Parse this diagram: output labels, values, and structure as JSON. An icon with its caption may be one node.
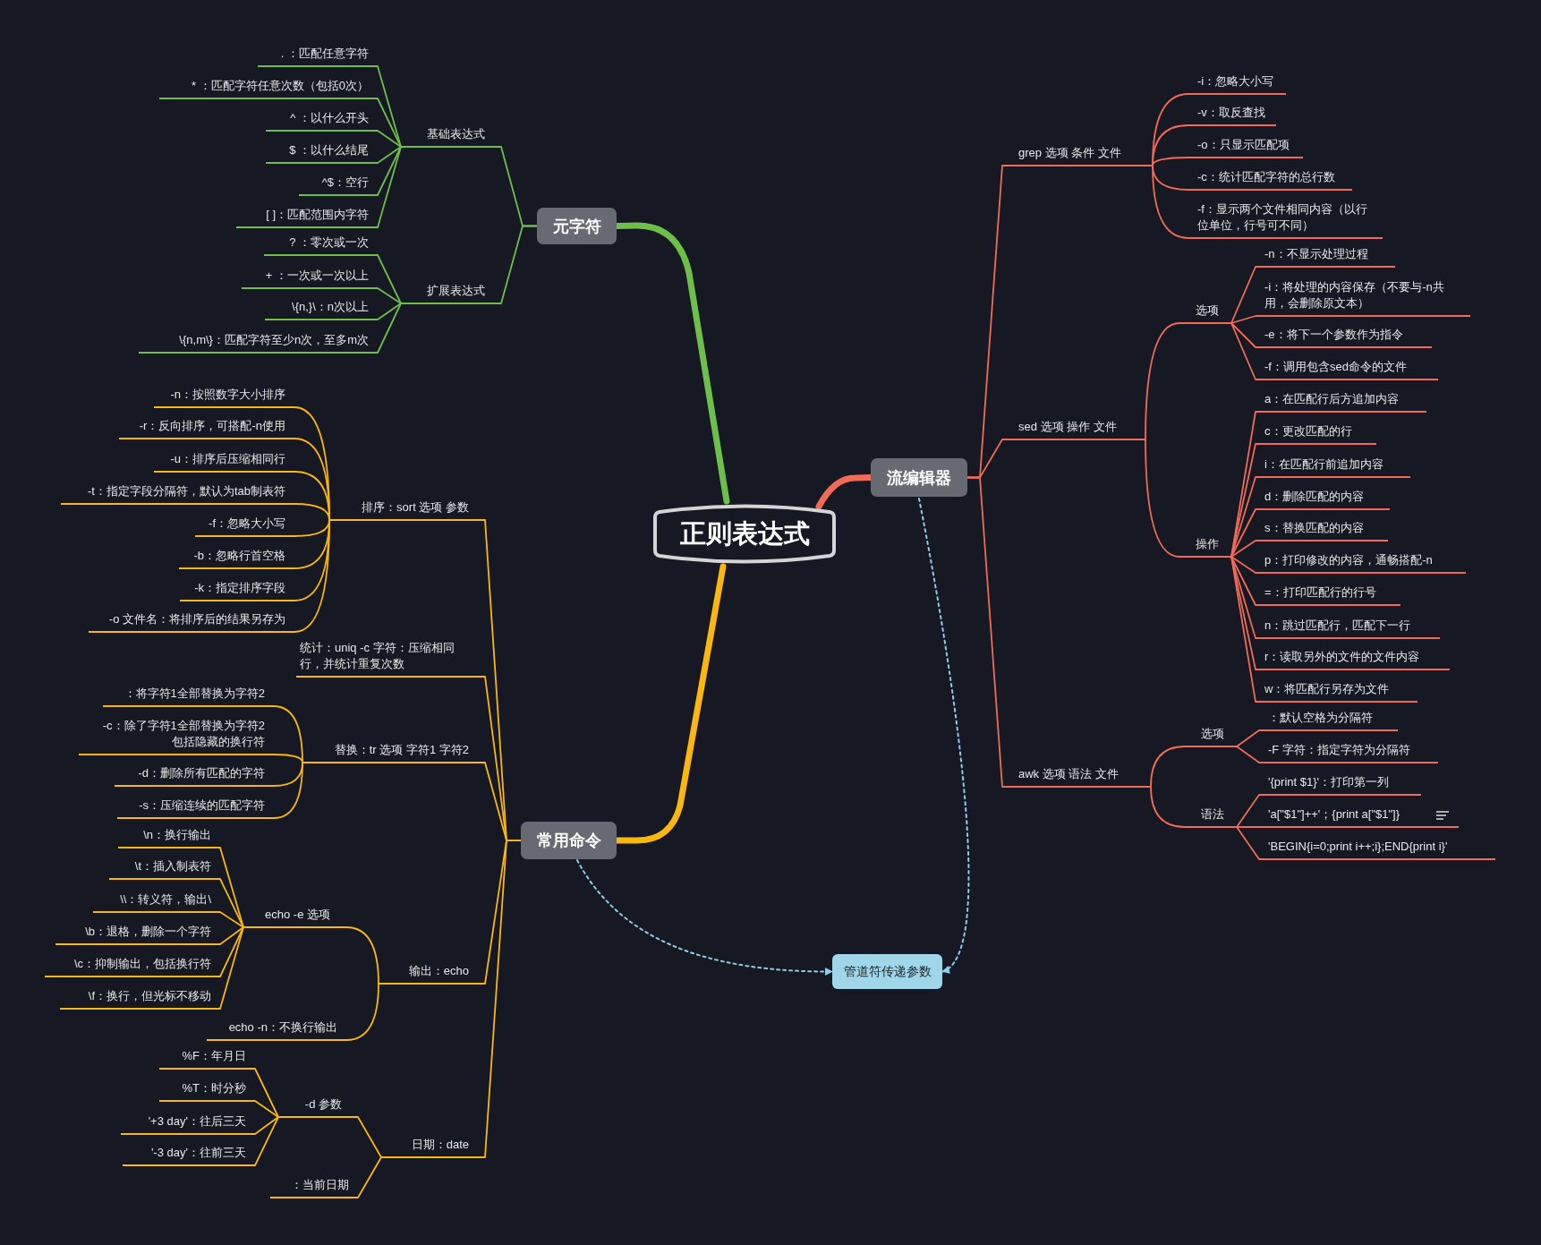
{
  "diagram": {
    "nodes": [
      {
        "text": [
          "正则表达式"
        ]
      },
      {
        "text": [
          "元字符"
        ]
      },
      {
        "text": [
          "基础表达式"
        ]
      },
      {
        "text": [
          ". ：匹配任意字符"
        ]
      },
      {
        "text": [
          "* ：匹配字符任意次数（包括0次）"
        ]
      },
      {
        "text": [
          "^ ：以什么开头"
        ]
      },
      {
        "text": [
          "$ ：以什么结尾"
        ]
      },
      {
        "text": [
          "^$：空行"
        ]
      },
      {
        "text": [
          "[ ]：匹配范围内字符"
        ]
      },
      {
        "text": [
          "扩展表达式"
        ]
      },
      {
        "text": [
          "? ：零次或一次"
        ]
      },
      {
        "text": [
          "+ ：一次或一次以上"
        ]
      },
      {
        "text": [
          "\\{n,}\\：n次以上"
        ]
      },
      {
        "text": [
          "\\{n,m\\}：匹配字符至少n次，至多m次"
        ]
      },
      {
        "text": [
          "常用命令"
        ]
      },
      {
        "text": [
          "排序：sort 选项 参数"
        ]
      },
      {
        "text": [
          "-n：按照数字大小排序"
        ]
      },
      {
        "text": [
          "-r：反向排序，可搭配-n使用"
        ]
      },
      {
        "text": [
          "-u：排序后压缩相同行"
        ]
      },
      {
        "text": [
          "-t：指定字段分隔符，默认为tab制表符"
        ]
      },
      {
        "text": [
          "-f：忽略大小写"
        ]
      },
      {
        "text": [
          "-b：忽略行首空格"
        ]
      },
      {
        "text": [
          "-k：指定排序字段"
        ]
      },
      {
        "text": [
          "-o 文件名：将排序后的结果另存为"
        ]
      },
      {
        "text": [
          "统计：uniq -c 字符：压缩相同行，并统计重复次数"
        ]
      },
      {
        "text": [
          "替换：tr 选项 字符1 字符2"
        ]
      },
      {
        "text": [
          "：将字符1全部替换为字符2"
        ]
      },
      {
        "text": [
          "-c：除了字符1全部替换为字符2包括隐藏的换行符"
        ]
      },
      {
        "text": [
          "-d：删除所有匹配的字符"
        ]
      },
      {
        "text": [
          "-s：压缩连续的匹配字符"
        ]
      },
      {
        "text": [
          "输出：echo"
        ]
      },
      {
        "text": [
          "echo -e 选项"
        ]
      },
      {
        "text": [
          "\\n：换行输出"
        ]
      },
      {
        "text": [
          "\\t：插入制表符"
        ]
      },
      {
        "text": [
          "\\\\：转义符，输出\\"
        ]
      },
      {
        "text": [
          "\\b：退格，删除一个字符"
        ]
      },
      {
        "text": [
          "\\c：抑制输出，包括换行符"
        ]
      },
      {
        "text": [
          "\\f：换行，但光标不移动"
        ]
      },
      {
        "text": [
          "echo -n：不换行输出"
        ]
      },
      {
        "text": [
          "日期：date"
        ]
      },
      {
        "text": [
          "-d 参数"
        ]
      },
      {
        "text": [
          "%F：年月日"
        ]
      },
      {
        "text": [
          "%T：时分秒"
        ]
      },
      {
        "text": [
          "'+3 day'：往后三天"
        ]
      },
      {
        "text": [
          "'-3 day'：往前三天"
        ]
      },
      {
        "text": [
          "：当前日期"
        ]
      },
      {
        "text": [
          "流编辑器"
        ]
      },
      {
        "text": [
          "grep 选项 条件 文件"
        ]
      },
      {
        "text": [
          "-i：忽略大小写"
        ]
      },
      {
        "text": [
          "-v：取反查找"
        ]
      },
      {
        "text": [
          "-o：只显示匹配项"
        ]
      },
      {
        "text": [
          "-c：统计匹配字符的总行数"
        ]
      },
      {
        "text": [
          "-f：显示两个文件相同内容（以行位单位，行号可不同）"
        ]
      },
      {
        "text": [
          "sed 选项 操作 文件"
        ]
      },
      {
        "text": [
          "选项"
        ]
      },
      {
        "text": [
          "-n：不显示处理过程"
        ]
      },
      {
        "text": [
          "-i：将处理的内容保存（不要与-n共用，会删除原文本）"
        ]
      },
      {
        "text": [
          "-e：将下一个参数作为指令"
        ]
      },
      {
        "text": [
          "-f：调用包含sed命令的文件"
        ]
      },
      {
        "text": [
          "操作"
        ]
      },
      {
        "text": [
          "a：在匹配行后方追加内容"
        ]
      },
      {
        "text": [
          "c：更改匹配的行"
        ]
      },
      {
        "text": [
          "i：在匹配行前追加内容"
        ]
      },
      {
        "text": [
          "d：删除匹配的内容"
        ]
      },
      {
        "text": [
          "s：替换匹配的内容"
        ]
      },
      {
        "text": [
          "p：打印修改的内容，通畅搭配-n"
        ]
      },
      {
        "text": [
          "=：打印匹配行的行号"
        ]
      },
      {
        "text": [
          "n：跳过匹配行，匹配下一行"
        ]
      },
      {
        "text": [
          "r：读取另外的文件的文件内容"
        ]
      },
      {
        "text": [
          "w：将匹配行另存为文件"
        ]
      },
      {
        "text": [
          "awk 选项 语法 文件"
        ]
      },
      {
        "text": [
          "选项"
        ]
      },
      {
        "text": [
          "：默认空格为分隔符"
        ]
      },
      {
        "text": [
          "-F 字符：指定字符为分隔符"
        ]
      },
      {
        "text": [
          "语法"
        ]
      },
      {
        "text": [
          "'{print $1}'：打印第一列"
        ]
      },
      {
        "text": [
          "'a[\"$1\"]++'；{print a[\"$1\"]}"
        ]
      },
      {
        "text": [
          "'BEGIN{i=0;print i++;i};END{print i}'"
        ]
      },
      {
        "text": [
          "管道符传递参数"
        ]
      }
    ],
    "edges": [
      {
        "from": 0,
        "to": 1,
        "arrow": "none",
        "style": "thick",
        "color": "#6cc04a"
      },
      {
        "from": 1,
        "to": 2,
        "arrow": "none",
        "color": "#6cc04a"
      },
      {
        "from": 2,
        "to": 3,
        "arrow": "none",
        "color": "#6cc04a"
      },
      {
        "from": 2,
        "to": 4,
        "arrow": "none",
        "color": "#6cc04a"
      },
      {
        "from": 2,
        "to": 5,
        "arrow": "none",
        "color": "#6cc04a"
      },
      {
        "from": 2,
        "to": 6,
        "arrow": "none",
        "color": "#6cc04a"
      },
      {
        "from": 2,
        "to": 7,
        "arrow": "none",
        "color": "#6cc04a"
      },
      {
        "from": 2,
        "to": 8,
        "arrow": "none",
        "color": "#6cc04a"
      },
      {
        "from": 1,
        "to": 9,
        "arrow": "none",
        "color": "#6cc04a"
      },
      {
        "from": 9,
        "to": 10,
        "arrow": "none",
        "color": "#6cc04a"
      },
      {
        "from": 9,
        "to": 11,
        "arrow": "none",
        "color": "#6cc04a"
      },
      {
        "from": 9,
        "to": 12,
        "arrow": "none",
        "color": "#6cc04a"
      },
      {
        "from": 9,
        "to": 13,
        "arrow": "none",
        "color": "#6cc04a"
      },
      {
        "from": 0,
        "to": 14,
        "arrow": "none",
        "style": "thick"
      },
      {
        "from": 14,
        "to": 15,
        "arrow": "none"
      },
      {
        "from": 15,
        "to": 16,
        "arrow": "none"
      },
      {
        "from": 15,
        "to": 17,
        "arrow": "none"
      },
      {
        "from": 15,
        "to": 18,
        "arrow": "none"
      },
      {
        "from": 15,
        "to": 19,
        "arrow": "none"
      },
      {
        "from": 15,
        "to": 20,
        "arrow": "none"
      },
      {
        "from": 15,
        "to": 21,
        "arrow": "none"
      },
      {
        "from": 15,
        "to": 22,
        "arrow": "none"
      },
      {
        "from": 15,
        "to": 23,
        "arrow": "none"
      },
      {
        "from": 14,
        "to": 24,
        "arrow": "none"
      },
      {
        "from": 14,
        "to": 25,
        "arrow": "none"
      },
      {
        "from": 25,
        "to": 26,
        "arrow": "none"
      },
      {
        "from": 25,
        "to": 27,
        "arrow": "none"
      },
      {
        "from": 25,
        "to": 28,
        "arrow": "none"
      },
      {
        "from": 25,
        "to": 29,
        "arrow": "none"
      },
      {
        "from": 14,
        "to": 30,
        "arrow": "none"
      },
      {
        "from": 30,
        "to": 31,
        "arrow": "none"
      },
      {
        "from": 31,
        "to": 32,
        "arrow": "none"
      },
      {
        "from": 31,
        "to": 33,
        "arrow": "none"
      },
      {
        "from": 31,
        "to": 34,
        "arrow": "none"
      },
      {
        "from": 31,
        "to": 35,
        "arrow": "none"
      },
      {
        "from": 31,
        "to": 36,
        "arrow": "none"
      },
      {
        "from": 31,
        "to": 37,
        "arrow": "none"
      },
      {
        "from": 30,
        "to": 38,
        "arrow": "none"
      },
      {
        "from": 14,
        "to": 39,
        "arrow": "none"
      },
      {
        "from": 39,
        "to": 40,
        "arrow": "none"
      },
      {
        "from": 40,
        "to": 41,
        "arrow": "none"
      },
      {
        "from": 40,
        "to": 42,
        "arrow": "none"
      },
      {
        "from": 40,
        "to": 43,
        "arrow": "none"
      },
      {
        "from": 40,
        "to": 44,
        "arrow": "none"
      },
      {
        "from": 39,
        "to": 45,
        "arrow": "none"
      },
      {
        "from": 0,
        "to": 46,
        "arrow": "none",
        "style": "thick",
        "color": "#f26b56"
      },
      {
        "from": 46,
        "to": 47,
        "arrow": "none",
        "color": "#f26b56"
      },
      {
        "from": 47,
        "to": 48,
        "arrow": "none",
        "color": "#f26b56"
      },
      {
        "from": 47,
        "to": 49,
        "arrow": "none",
        "color": "#f26b56"
      },
      {
        "from": 47,
        "to": 50,
        "arrow": "none",
        "color": "#f26b56"
      },
      {
        "from": 47,
        "to": 51,
        "arrow": "none",
        "color": "#f26b56"
      },
      {
        "from": 47,
        "to": 52,
        "arrow": "none",
        "color": "#f26b56"
      },
      {
        "from": 46,
        "to": 53,
        "arrow": "none",
        "color": "#f26b56"
      },
      {
        "from": 53,
        "to": 54,
        "arrow": "none",
        "color": "#f26b56"
      },
      {
        "from": 54,
        "to": 55,
        "arrow": "none",
        "color": "#f26b56"
      },
      {
        "from": 54,
        "to": 56,
        "arrow": "none",
        "color": "#f26b56"
      },
      {
        "from": 54,
        "to": 57,
        "arrow": "none",
        "color": "#f26b56"
      },
      {
        "from": 54,
        "to": 58,
        "arrow": "none",
        "color": "#f26b56"
      },
      {
        "from": 53,
        "to": 59,
        "arrow": "none",
        "color": "#f26b56"
      },
      {
        "from": 59,
        "to": 60,
        "arrow": "none",
        "color": "#f26b56"
      },
      {
        "from": 59,
        "to": 61,
        "arrow": "none",
        "color": "#f26b56"
      },
      {
        "from": 59,
        "to": 62,
        "arrow": "none",
        "color": "#f26b56"
      },
      {
        "from": 59,
        "to": 63,
        "arrow": "none",
        "color": "#f26b56"
      },
      {
        "from": 59,
        "to": 64,
        "arrow": "none",
        "color": "#f26b56"
      },
      {
        "from": 59,
        "to": 65,
        "arrow": "none",
        "color": "#f26b56"
      },
      {
        "from": 59,
        "to": 66,
        "arrow": "none",
        "color": "#f26b56"
      },
      {
        "from": 59,
        "to": 67,
        "arrow": "none",
        "color": "#f26b56"
      },
      {
        "from": 59,
        "to": 68,
        "arrow": "none",
        "color": "#f26b56"
      },
      {
        "from": 59,
        "to": 69,
        "arrow": "none",
        "color": "#f26b56"
      },
      {
        "from": 46,
        "to": 70,
        "arrow": "none",
        "color": "#f26b56"
      },
      {
        "from": 70,
        "to": 71,
        "arrow": "none",
        "color": "#f26b56"
      },
      {
        "from": 71,
        "to": 72,
        "arrow": "none",
        "color": "#f26b56"
      },
      {
        "from": 71,
        "to": 73,
        "arrow": "none",
        "color": "#f26b56"
      },
      {
        "from": 70,
        "to": 74,
        "arrow": "none",
        "color": "#f26b56"
      },
      {
        "from": 74,
        "to": 75,
        "arrow": "none",
        "color": "#f26b56"
      },
      {
        "from": 74,
        "to": 76,
        "arrow": "none",
        "color": "#f26b56"
      },
      {
        "from": 74,
        "to": 77,
        "arrow": "none",
        "color": "#f26b56"
      },
      {
        "from": 14,
        "to": 78,
        "arrow": "to",
        "style": "dashed",
        "color": "#8ecde6"
      },
      {
        "from": 46,
        "to": 78,
        "arrow": "to",
        "style": "dashed",
        "color": "#8ecde6"
      }
    ]
  }
}
